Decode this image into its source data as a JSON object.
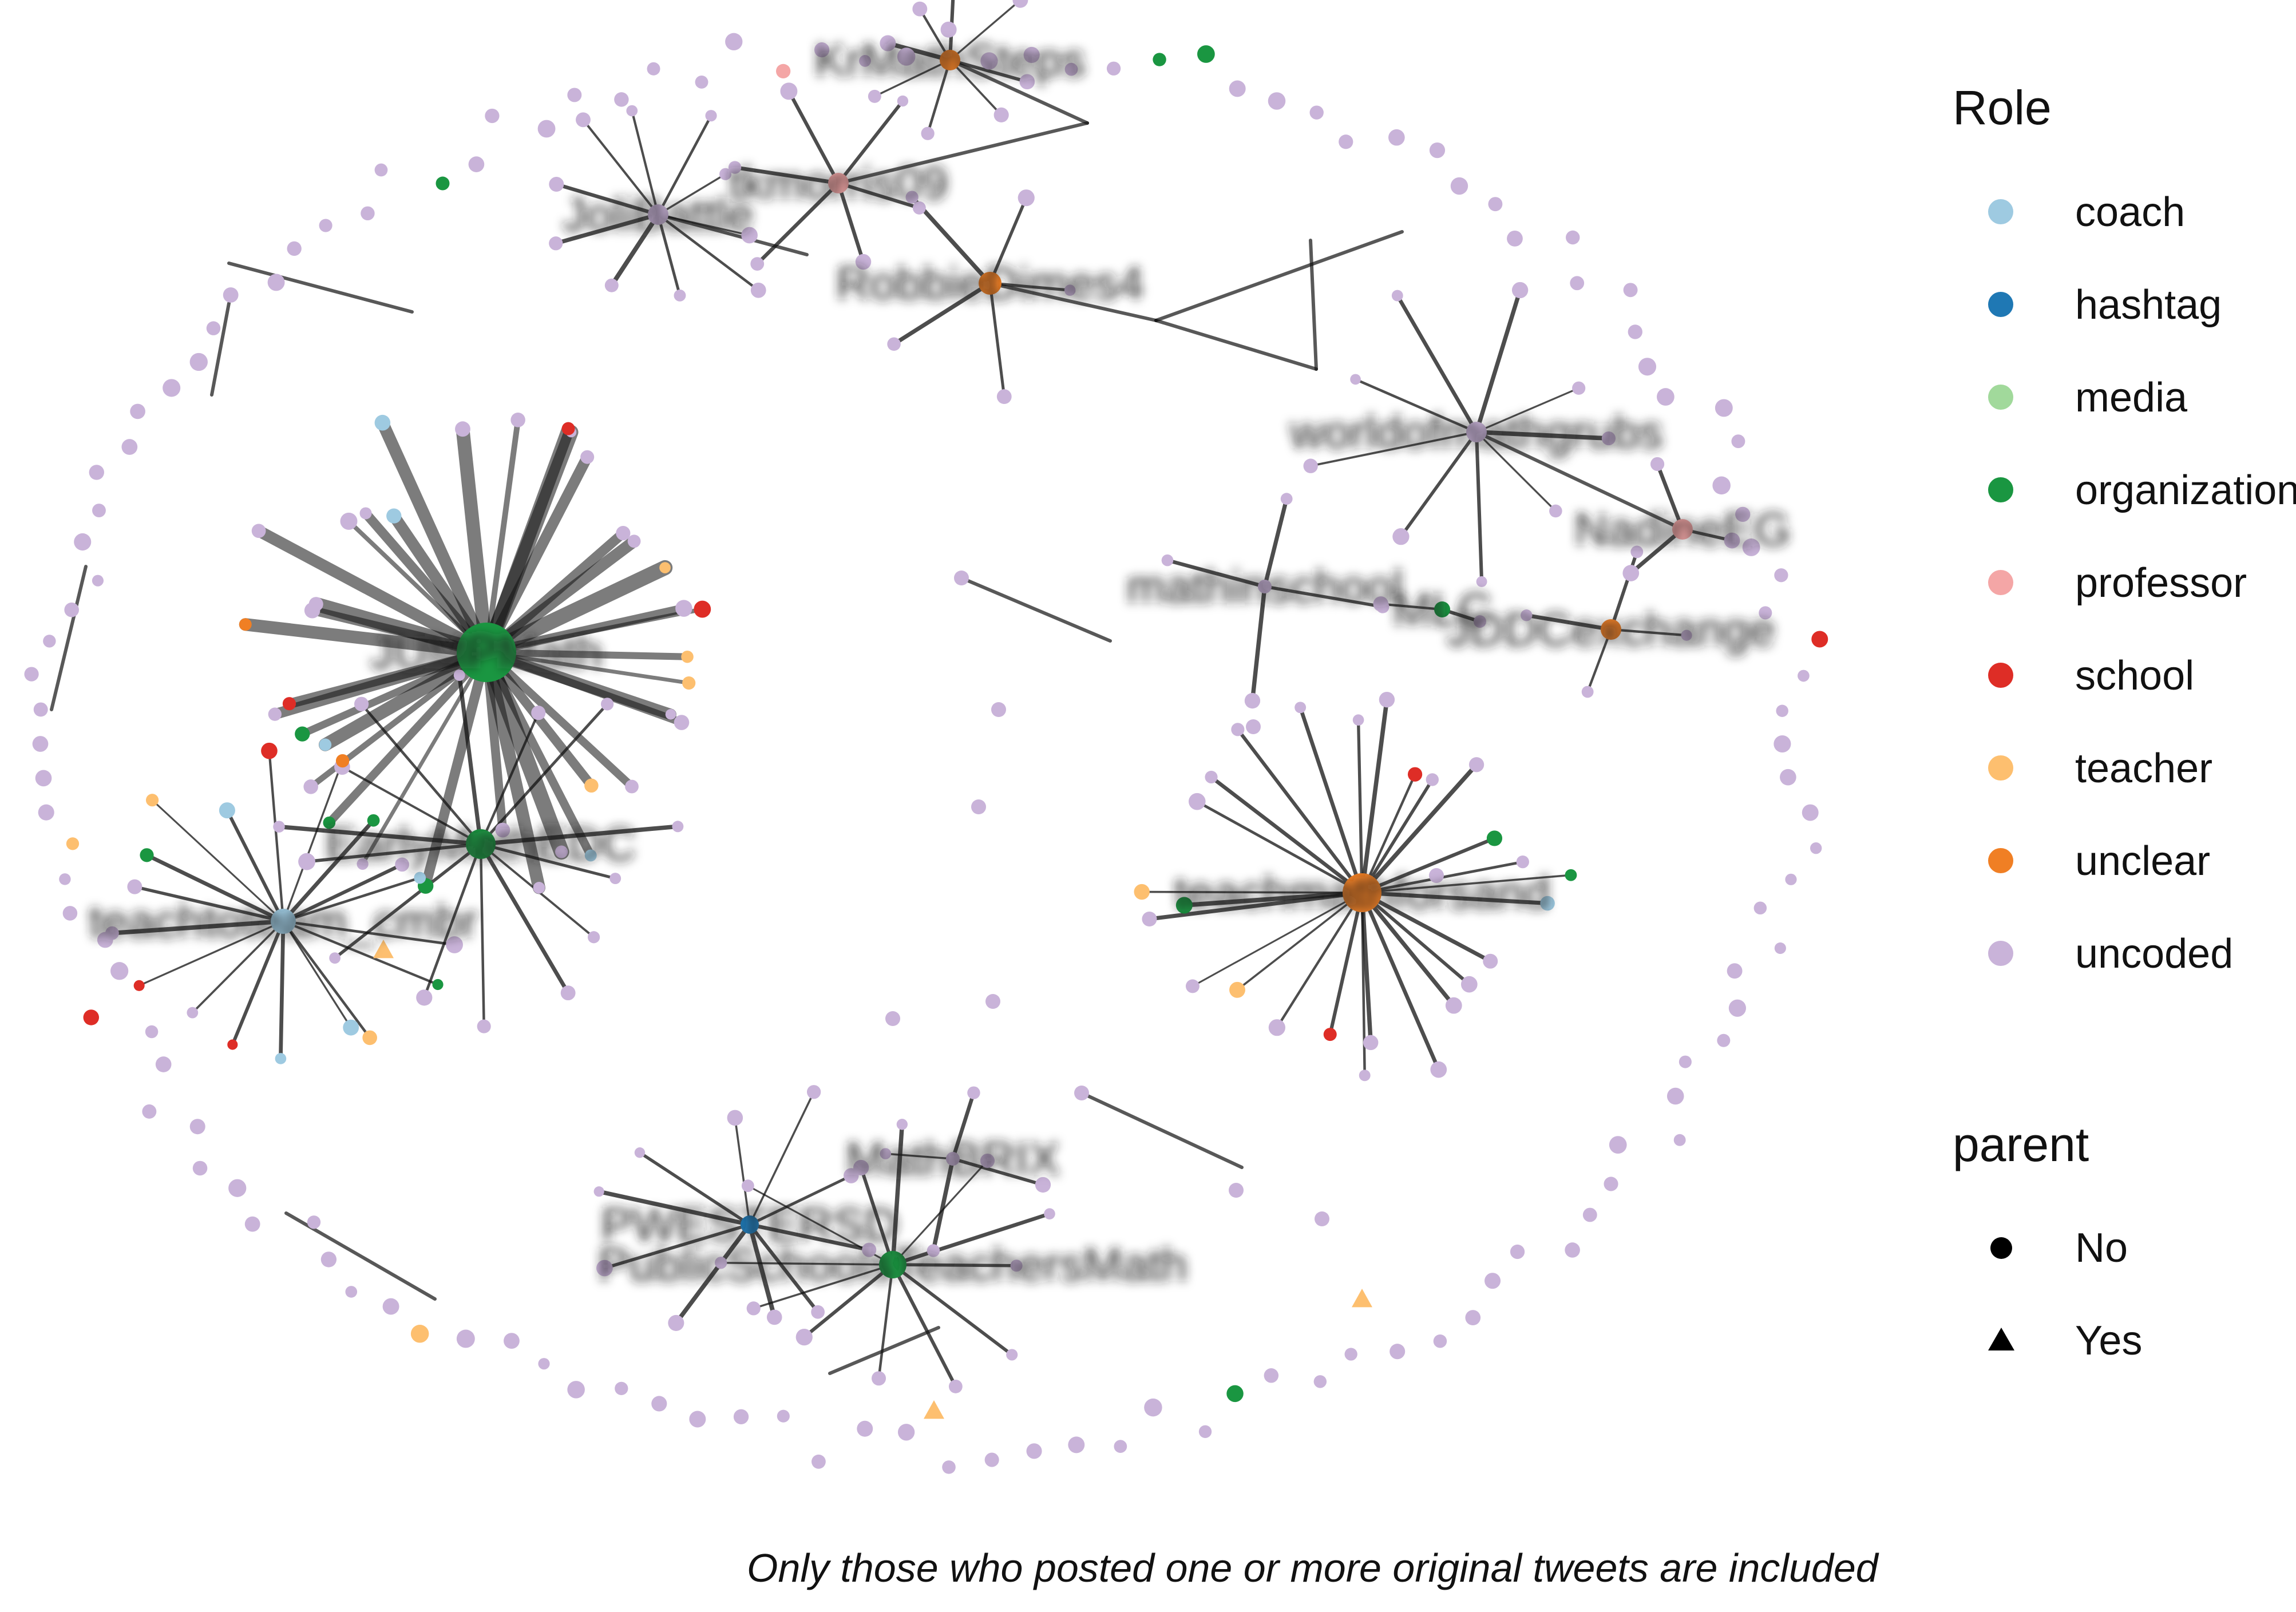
{
  "legend": {
    "role_title": "Role",
    "roles": [
      {
        "key": "coach",
        "label": "coach",
        "color": "#9ecae1"
      },
      {
        "key": "hashtag",
        "label": "hashtag",
        "color": "#1f78b4"
      },
      {
        "key": "media",
        "label": "media",
        "color": "#a1d99b"
      },
      {
        "key": "organization",
        "label": "organization",
        "color": "#1a9641"
      },
      {
        "key": "professor",
        "label": "professor",
        "color": "#f4a6a6"
      },
      {
        "key": "school",
        "label": "school",
        "color": "#de2d26"
      },
      {
        "key": "teacher",
        "label": "teacher",
        "color": "#fdbf6f"
      },
      {
        "key": "unclear",
        "label": "unclear",
        "color": "#f07f24"
      },
      {
        "key": "uncoded",
        "label": "uncoded",
        "color": "#c9b3d9"
      }
    ],
    "parent_title": "parent",
    "parents": [
      {
        "key": "no",
        "label": "No",
        "shape": "circle"
      },
      {
        "key": "yes",
        "label": "Yes",
        "shape": "triangle"
      }
    ]
  },
  "caption": "Only those who posted one or more original tweets are included",
  "hubs": [
    {
      "label": "KrMathSteps",
      "role": "unclear",
      "parent": "no",
      "spokes": 8
    },
    {
      "label": "JoliBattle",
      "role": "uncoded",
      "parent": "no",
      "spokes": 10
    },
    {
      "label": "tkmorris09",
      "role": "professor",
      "parent": "no",
      "spokes": 6
    },
    {
      "label": "RobbieDimes4",
      "role": "unclear",
      "parent": "no",
      "spokes": 5
    },
    {
      "label": "worldofmathgrubs",
      "role": "uncoded",
      "parent": "no",
      "spokes": 9
    },
    {
      "label": "NadineEG",
      "role": "professor",
      "parent": "no",
      "spokes": 3
    },
    {
      "label": "mathinschool",
      "role": "uncoded",
      "parent": "no",
      "spokes": 4
    },
    {
      "label": "MLC",
      "role": "organization",
      "parent": "no",
      "spokes": 2
    },
    {
      "label": "JDDCexchange",
      "role": "unclear",
      "parent": "no",
      "spokes": 4
    },
    {
      "label": "JUMPMath",
      "role": "organization",
      "parent": "no",
      "spokes": 36
    },
    {
      "label": "EarlyMathEDC",
      "role": "organization",
      "parent": "no",
      "spokes": 14
    },
    {
      "label": "teachtoteam_cmbr",
      "role": "coach",
      "parent": "no",
      "spokes": 18
    },
    {
      "label": "teachmathforsand",
      "role": "unclear",
      "parent": "no",
      "spokes": 26
    },
    {
      "label": "MathBRIX",
      "role": "uncoded",
      "parent": "no",
      "spokes": 4
    },
    {
      "label": "PWESTERSD",
      "role": "hashtag",
      "parent": "no",
      "spokes": 10
    },
    {
      "label": "PublicSchoolsTeachersMath",
      "role": "organization",
      "parent": "no",
      "spokes": 12
    }
  ]
}
